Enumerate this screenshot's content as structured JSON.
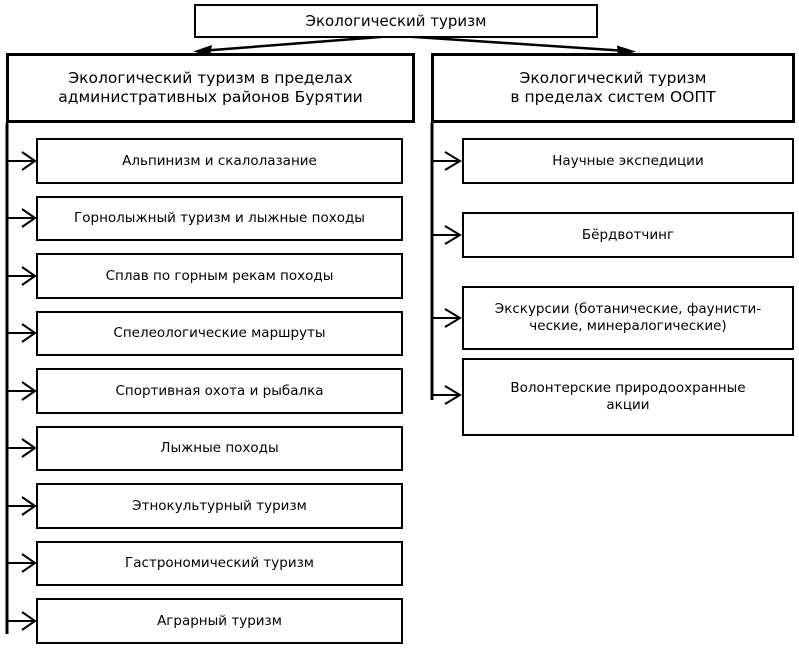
{
  "diagram": {
    "title": "Экологический туризм",
    "root": {
      "label": "Экологический туризм",
      "name": "root-node-ecological-tourism"
    },
    "branches": [
      {
        "name": "branch-administrative-districts",
        "header": "Экологический туризм в пределах\nадминистративных районов Бурятии",
        "items": [
          "Альпинизм и скалолазание",
          "Горнолыжный туризм и лыжные походы",
          "Сплав по горным рекам походы",
          "Спелеологические маршруты",
          "Спортивная охота и рыбалка",
          "Лыжные походы",
          "Этнокультурный туризм",
          "Гастрономический туризм",
          "Аграрный туризм"
        ]
      },
      {
        "name": "branch-protected-areas",
        "header": "Экологический туризм\nв пределах систем ООПТ",
        "items": [
          "Научные экспедиции",
          "Бёрдвотчинг",
          "Экскурсии (ботанические, фаунисти-\nческие, минералогические)",
          "Волонтерские природоохранные\nакции"
        ]
      }
    ],
    "colors": {
      "stroke": "#000000",
      "fill": "#ffffff",
      "text": "#000000"
    }
  }
}
